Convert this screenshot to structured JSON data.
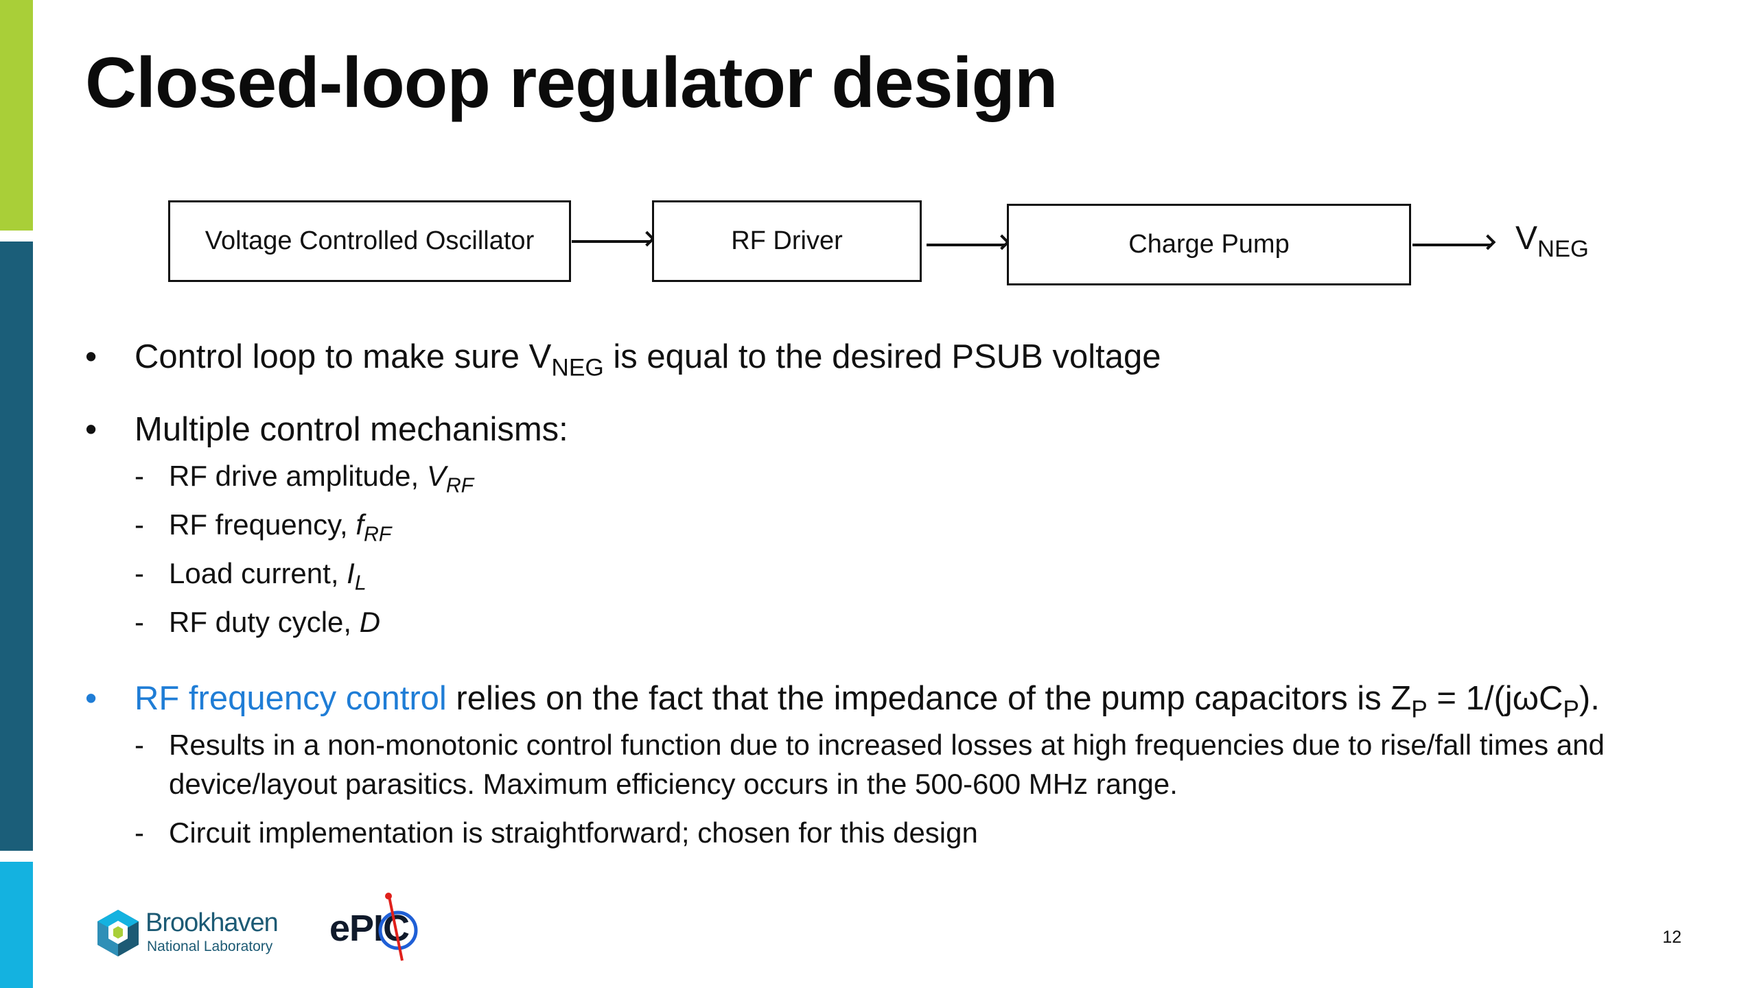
{
  "slide": {
    "title": "Closed-loop regulator design",
    "page_number": "12"
  },
  "diagram": {
    "blocks": [
      "Voltage Controlled Oscillator",
      "RF Driver",
      "Charge Pump"
    ],
    "output": {
      "main": "V",
      "sub": "NEG"
    }
  },
  "bullets": {
    "b1": {
      "pre": "Control loop to make sure V",
      "sub": "NEG",
      "post": " is equal to the desired PSUB voltage"
    },
    "b2": {
      "text": "Multiple control mechanisms:"
    },
    "b2_items": [
      {
        "label": "RF drive amplitude, ",
        "sym": "V",
        "sub": "RF"
      },
      {
        "label": "RF frequency, ",
        "sym": "f",
        "sub": "RF"
      },
      {
        "label": "Load current, ",
        "sym": "I",
        "sub": "L"
      },
      {
        "label": "RF duty cycle, ",
        "sym": "D",
        "sub": ""
      }
    ],
    "b3": {
      "highlight": "RF frequency control",
      "pre": " relies on the fact that the impedance of the pump capacitors is Z",
      "sub1": "P",
      "mid": " = 1/(jωC",
      "sub2": "P",
      "post": ")."
    },
    "b3_items": [
      {
        "line1": "Results in a non-monotonic control function due to increased losses at high frequencies due to rise/fall times and",
        "line2": "device/layout parasitics. Maximum efficiency occurs in the 500-600 MHz range."
      },
      {
        "line1": "Circuit implementation is straightforward; chosen for this design"
      }
    ]
  },
  "logos": {
    "bnl_name": "Brookhaven",
    "bnl_sub": "National Laboratory",
    "epic": "ePIC"
  },
  "colors": {
    "accent_green": "#a9cf38",
    "accent_teal": "#1b5e79",
    "accent_cyan": "#14b2e0",
    "highlight_blue": "#1f7dd6"
  }
}
